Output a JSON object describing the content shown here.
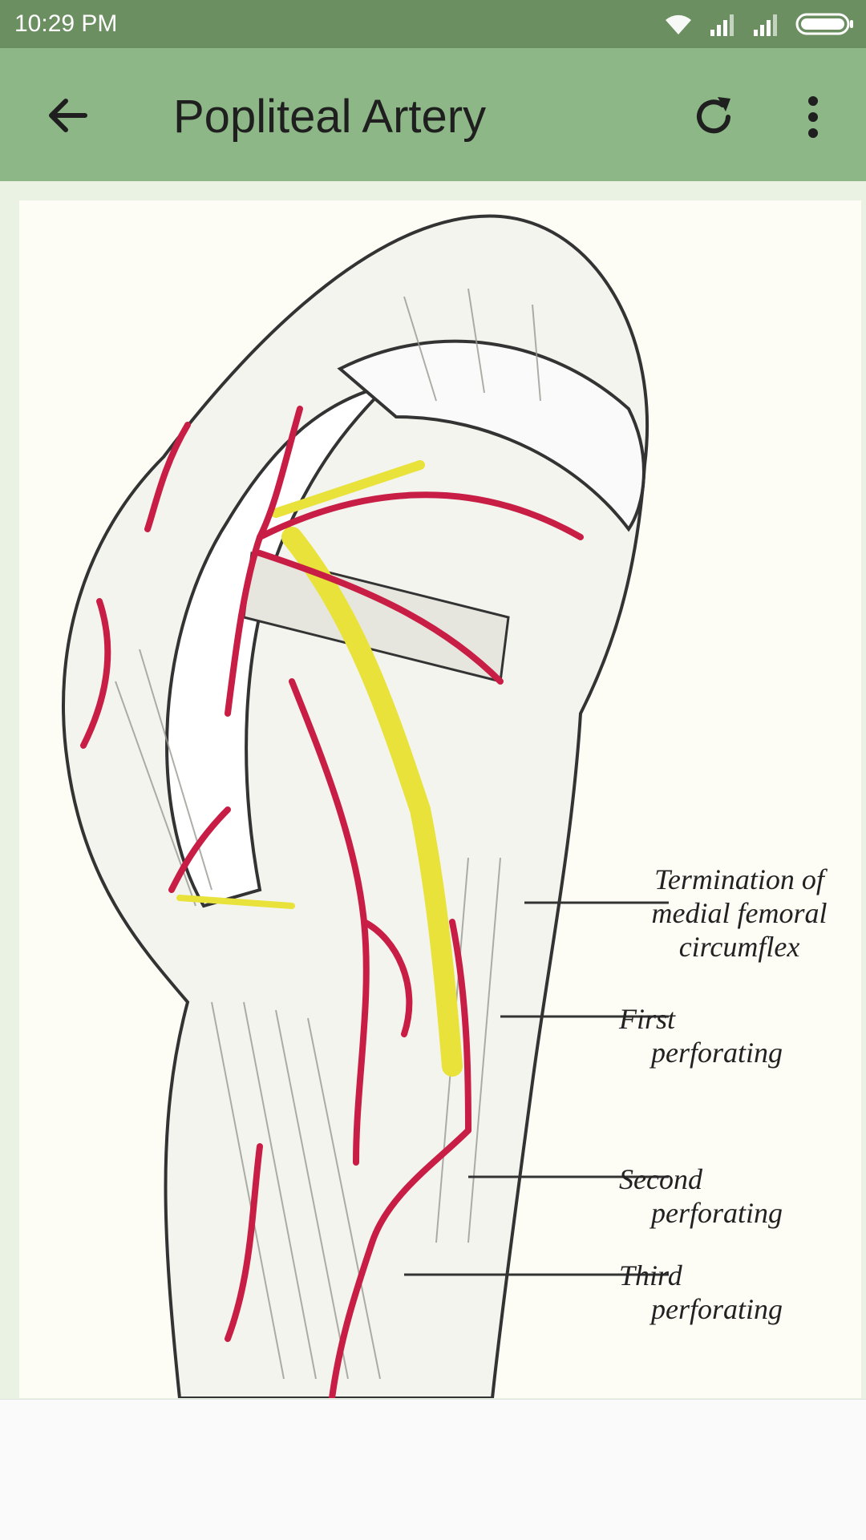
{
  "status_bar": {
    "time": "10:29 PM"
  },
  "app_bar": {
    "title": "Popliteal Artery",
    "icons": {
      "back": "arrow-left-icon",
      "refresh": "refresh-icon",
      "more": "more-vertical-icon"
    }
  },
  "diagram": {
    "labels": {
      "termination_line1": "Termination of",
      "termination_line2": "medial femoral",
      "termination_line3": "circumflex",
      "first_line1": "First",
      "first_line2": "perforating",
      "second_line1": "Second",
      "second_line2": "perforating",
      "third_line1": "Third",
      "third_line2": "perforating"
    }
  },
  "colors": {
    "status_bar": "#6c8f62",
    "app_bar": "#8db787",
    "artery": "#c81e46",
    "nerve": "#e8e23a"
  }
}
